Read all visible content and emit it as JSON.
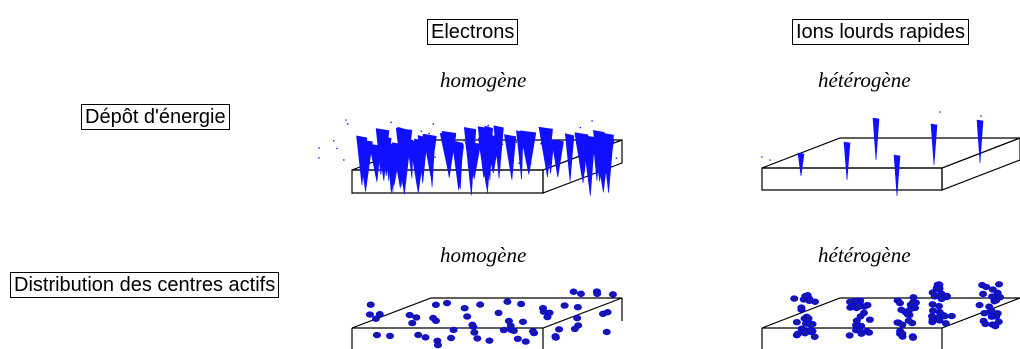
{
  "columns": {
    "electrons": {
      "title": "Electrons"
    },
    "ions": {
      "title": "Ions lourds rapides"
    }
  },
  "rows": {
    "energy": {
      "label": "Dépôt d'énergie",
      "electrons_caption": "homogène",
      "ions_caption": "hétérogène"
    },
    "centers": {
      "label": "Distribution des centres actifs",
      "electrons_caption": "homogène",
      "ions_caption": "hétérogène"
    }
  },
  "colors": {
    "deposit": "#1010ff",
    "center_fill": "#1a1aa0",
    "center_stroke": "#0000ff",
    "outline": "#000000"
  }
}
